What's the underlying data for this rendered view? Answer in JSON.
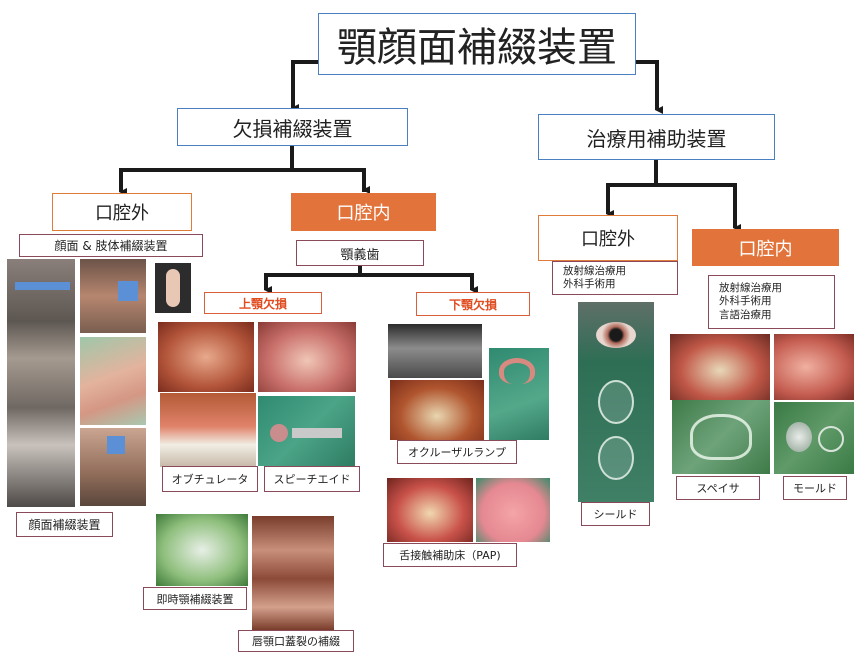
{
  "title": "顎顔面補綴装置",
  "level1": {
    "left": "欠損補綴装置",
    "right": "治療用補助装置"
  },
  "defect": {
    "extraoral": "口腔外",
    "intraoral": "口腔内",
    "facial_body": "顔面 & 肢体補綴装置",
    "facial_device": "顔面補綴装置",
    "jaw_prosthesis": "顎義歯",
    "upper": "上顎欠損",
    "lower": "下顎欠損",
    "obturator": "オブチュレータ",
    "speech_aid": "スピーチエイド",
    "immediate": "即時顎補綴装置",
    "cleft": "唇顎口蓋裂の補綴",
    "occlusal_ramp": "オクルーザルランプ",
    "pap": "舌接触補助床（PAP)"
  },
  "treatment": {
    "extraoral": "口腔外",
    "intraoral": "口腔内",
    "extra_uses": [
      "放射線治療用",
      "外科手術用"
    ],
    "intra_uses": [
      "放射線治療用",
      "外科手術用",
      "言語治療用"
    ],
    "shield": "シールド",
    "spacer": "スペイサ",
    "mold": "モールド"
  },
  "colors": {
    "blue_border": "#4a7fc1",
    "orange": "#e2733a",
    "label_border": "#8a4a5a",
    "red_text": "#e04b20"
  }
}
